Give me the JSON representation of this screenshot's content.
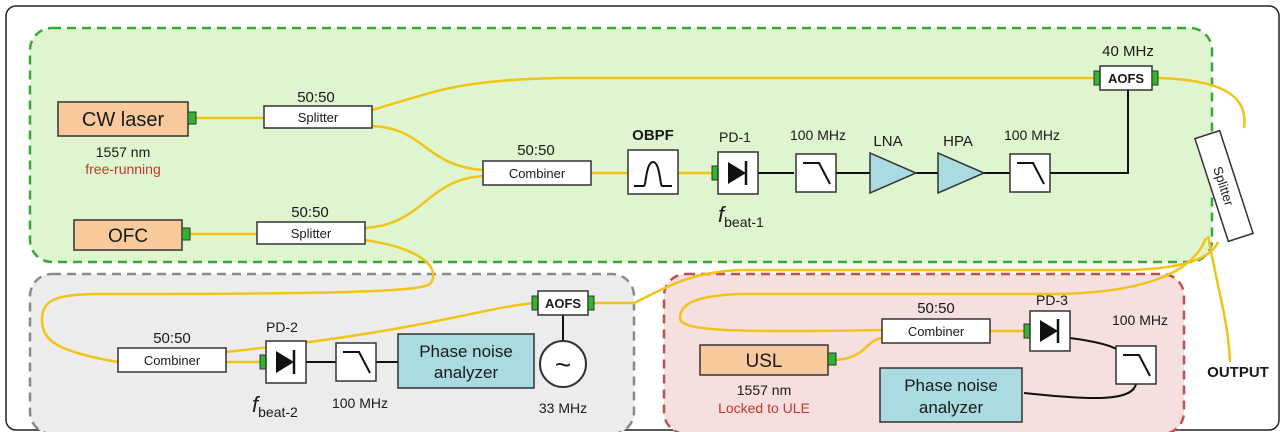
{
  "colors": {
    "fiber": "#f0c417",
    "green_region": "#def5cf",
    "green_border": "#3aa63a",
    "gray_region": "#ececec",
    "gray_border": "#8a8a8a",
    "red_region": "#f6dfdf",
    "red_border": "#c05050",
    "laser_fill": "#f7c99b",
    "analyzer_fill": "#a9dbe0",
    "connector": "#2fb52f",
    "warning_text": "#c0392b"
  },
  "top": {
    "cw_laser": {
      "label": "CW laser",
      "wavelength": "1557 nm",
      "status": "free-running"
    },
    "ofc": {
      "label": "OFC"
    },
    "splitter1": {
      "ratio": "50:50",
      "label": "Splitter"
    },
    "splitter2": {
      "ratio": "50:50",
      "label": "Splitter"
    },
    "combiner": {
      "ratio": "50:50",
      "label": "Combiner"
    },
    "obpf": {
      "label": "OBPF"
    },
    "pd1": {
      "label": "PD-1",
      "beat_symbol": "f",
      "beat_sub": "beat-1"
    },
    "filter1": {
      "label": "100 MHz"
    },
    "lna": {
      "label": "LNA"
    },
    "hpa": {
      "label": "HPA"
    },
    "filter2": {
      "label": "100 MHz"
    },
    "aofs": {
      "freq": "40 MHz",
      "label": "AOFS"
    }
  },
  "output_splitter": {
    "label": "Splitter"
  },
  "output_label": "OUTPUT",
  "left": {
    "combiner": {
      "ratio": "50:50",
      "label": "Combiner"
    },
    "pd2": {
      "label": "PD-2",
      "beat_symbol": "f",
      "beat_sub": "beat-2"
    },
    "filter": {
      "label": "100 MHz"
    },
    "analyzer": {
      "line1": "Phase noise",
      "line2": "analyzer"
    },
    "aofs": {
      "label": "AOFS"
    },
    "oscillator": {
      "symbol": "~",
      "freq": "33 MHz"
    }
  },
  "right": {
    "combiner": {
      "ratio": "50:50",
      "label": "Combiner"
    },
    "pd3": {
      "label": "PD-3"
    },
    "filter": {
      "label": "100 MHz"
    },
    "usl": {
      "label": "USL",
      "wavelength": "1557 nm",
      "status": "Locked to ULE"
    },
    "analyzer": {
      "line1": "Phase noise",
      "line2": "analyzer"
    }
  }
}
